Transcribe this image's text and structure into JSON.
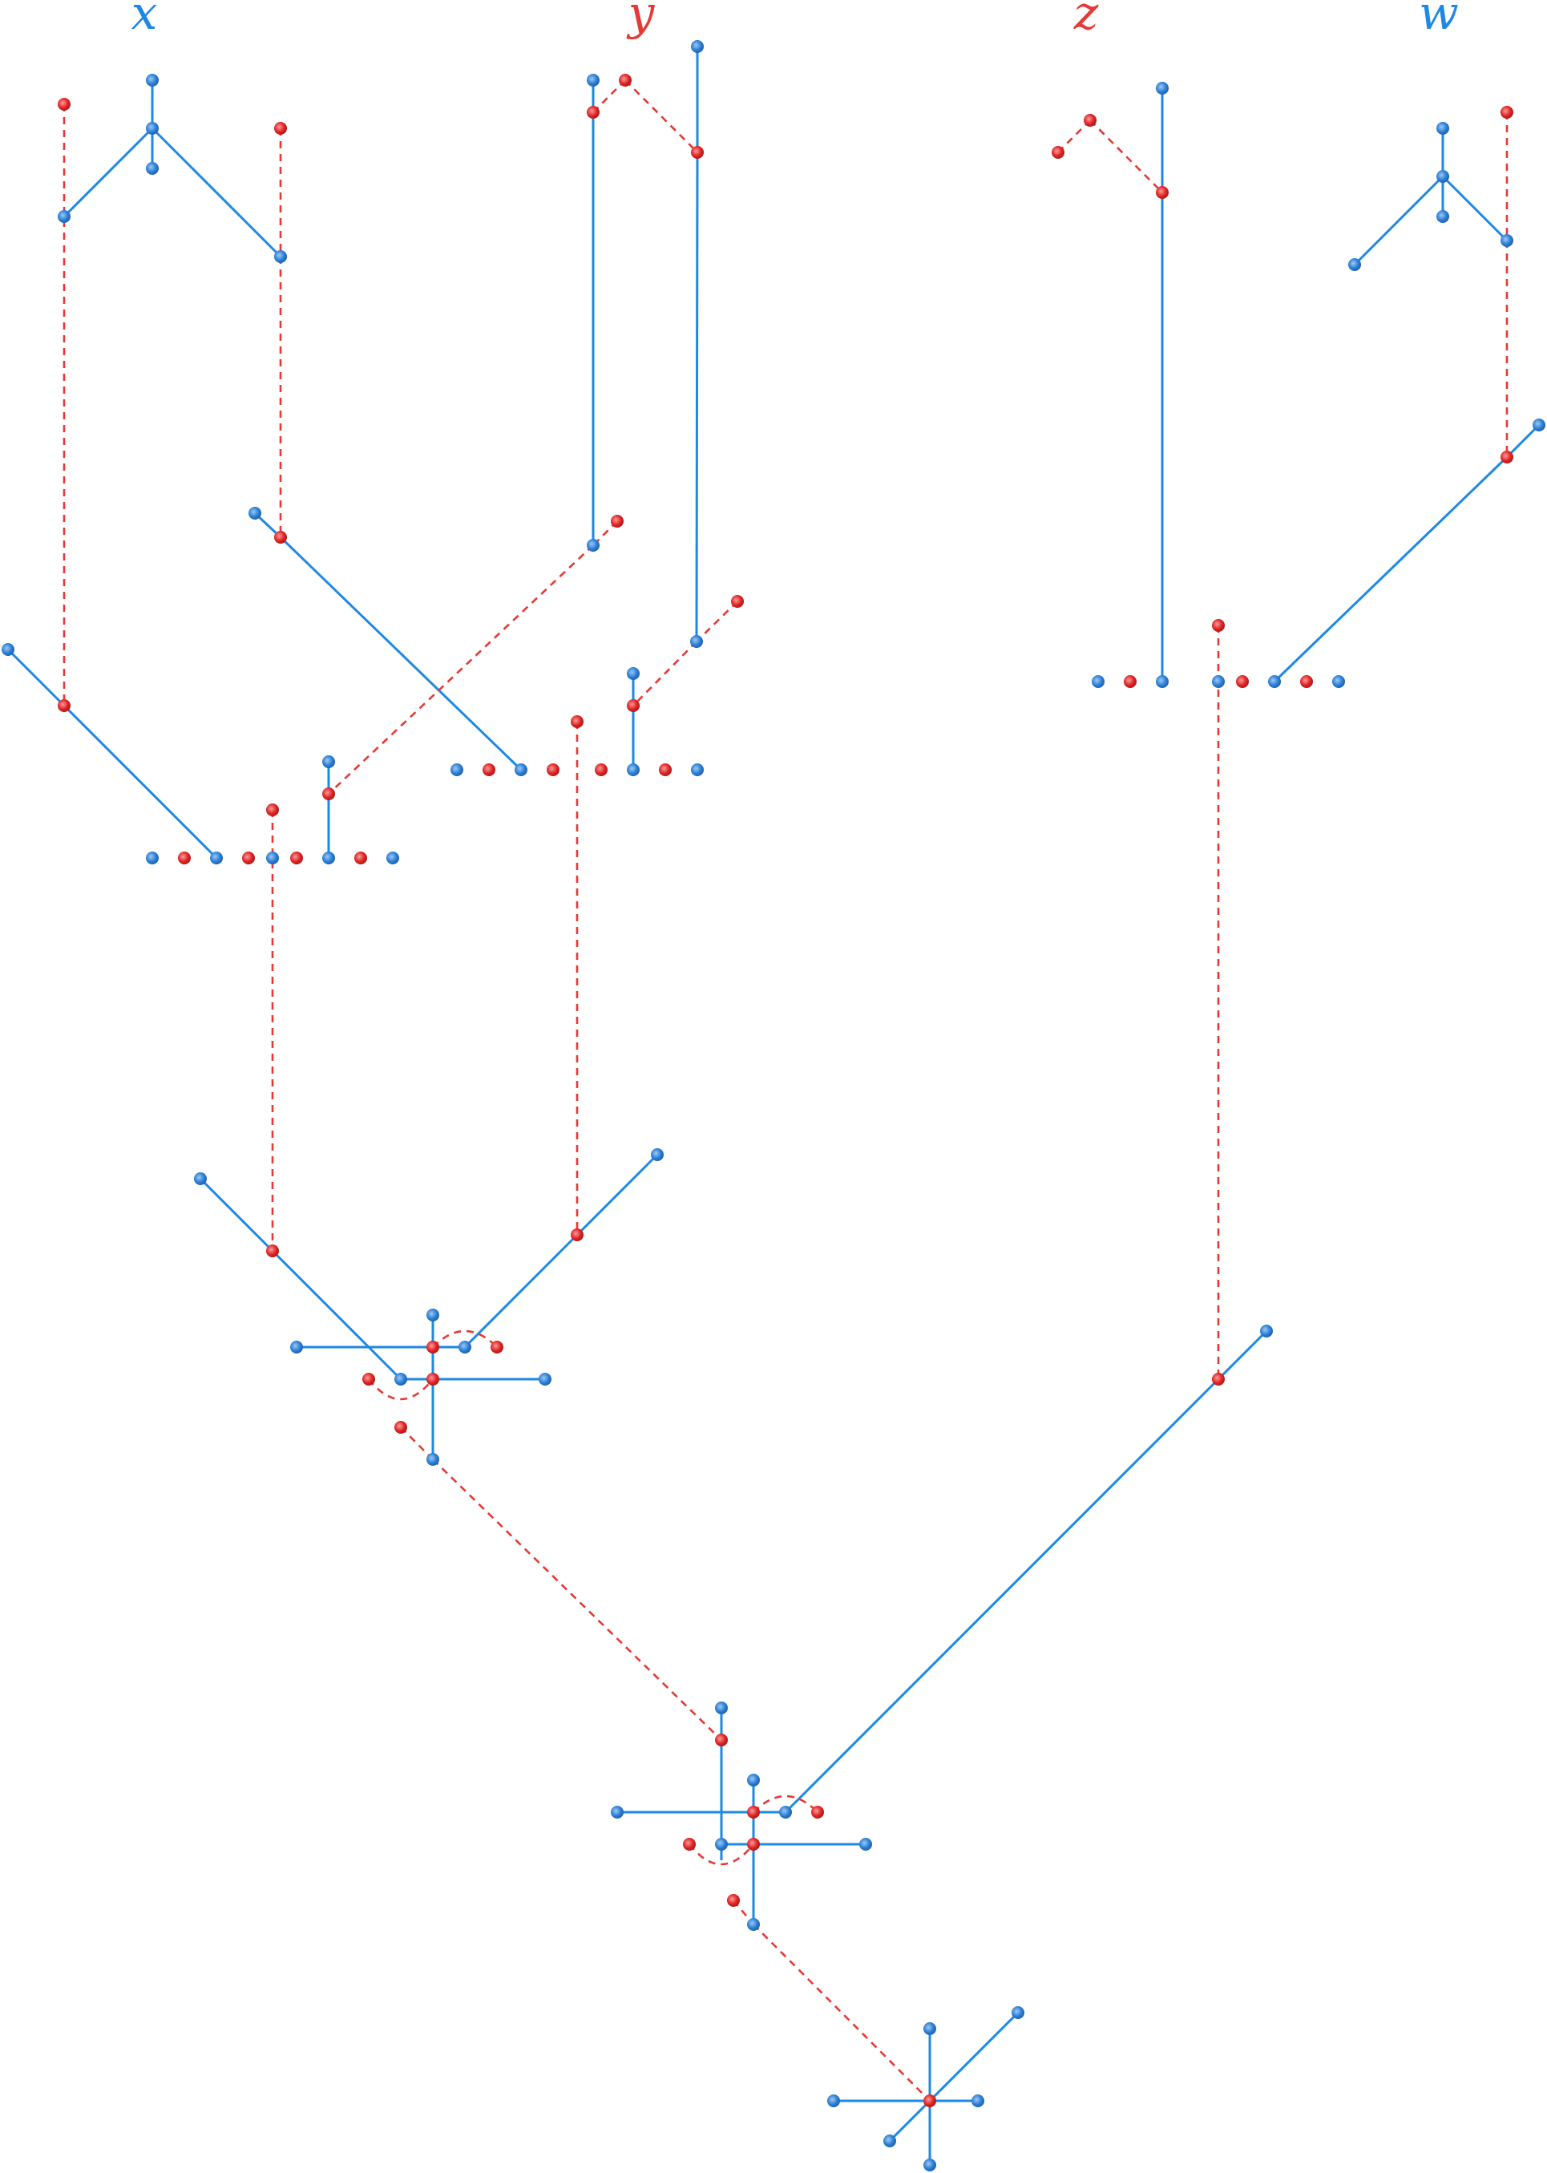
{
  "labels": {
    "x": "x",
    "y": "y",
    "z": "z",
    "w": "w"
  },
  "colors": {
    "blue_node": "#1e88e5",
    "red_node": "#e53935",
    "solid_edge": "#1e88e5",
    "dashed_edge": "#e53935"
  }
}
